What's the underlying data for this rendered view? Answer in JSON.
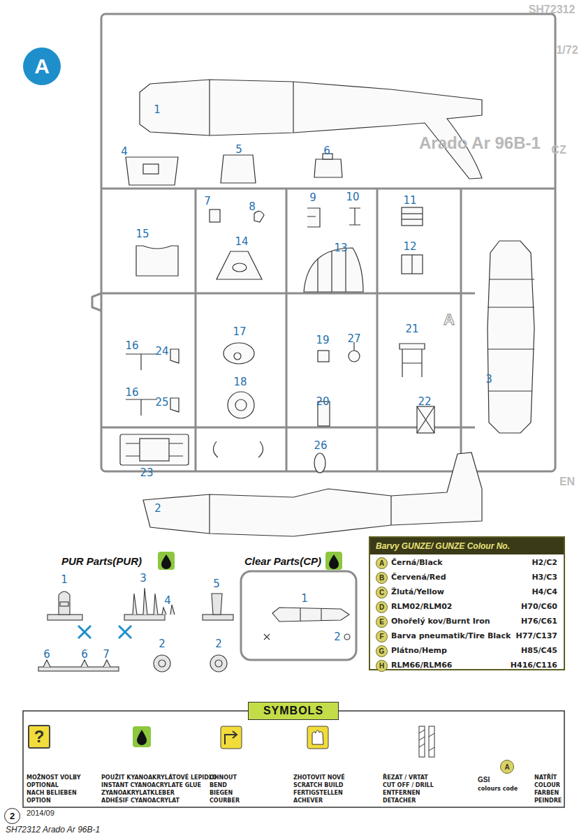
{
  "diagram": {
    "title": "Arado Ar 96B-1",
    "nodes": [
      {
        "text": [
          "A"
        ]
      },
      {
        "text": [
          "Barvy GUNZE/ GUNZE Colour No."
        ]
      },
      {
        "text": [
          "A"
        ],
        "in": 1
      },
      {
        "text": [
          "B"
        ],
        "in": 1
      },
      {
        "text": [
          "C"
        ],
        "in": 1
      },
      {
        "text": [
          "D"
        ],
        "in": 1
      },
      {
        "text": [
          "E"
        ],
        "in": 1
      },
      {
        "text": [
          "F"
        ],
        "in": 1
      },
      {
        "text": [
          "G"
        ],
        "in": 1
      },
      {
        "text": [
          "H"
        ],
        "in": 1
      },
      {
        "text": [
          "SYMBOLS"
        ]
      },
      {
        "text": [
          "?"
        ]
      },
      {
        "text": [
          "A"
        ]
      },
      {
        "text": [
          "2"
        ]
      }
    ],
    "labels": [
      "CZ",
      "EN",
      "1/72",
      "SH72312",
      "1",
      "2",
      "3",
      "4",
      "5",
      "6",
      "7",
      "8",
      "9",
      "10",
      "11",
      "12",
      "13",
      "14",
      "15",
      "16",
      "16",
      "17",
      "18",
      "19",
      "20",
      "21",
      "22",
      "23",
      "24",
      "25",
      "26",
      "27",
      "A",
      "PUR Parts(PUR)",
      "Clear Parts(CP)",
      "1",
      "3",
      "4",
      "5",
      "2",
      "2",
      "6",
      "6",
      "7",
      "1",
      "2",
      "Černá/Black",
      "H2/C2",
      "Červená/Red",
      "H3/C3",
      "Žlutá/Yellow",
      "H4/C4",
      "RLM02/RLM02",
      "H70/C60",
      "Ohořelý kov/Burnt Iron",
      "H76/C61",
      "Barva pneumatik/Tire Black",
      "H77/C137",
      "Plátno/Hemp",
      "H85/C45",
      "RLM66/RLM66",
      "H416/C116",
      "MOŽNOST VOLBY",
      "OPTIONAL",
      "NACH BELIEBEN",
      "OPTION",
      "POUŽIT KYANOAKRYLÁTOVÉ LEPIDLO",
      "INSTANT CYANOACRYLATE GLUE",
      "ZYANOAKRYLATKLEBER",
      "ADHÉSIF CYANOACRYLAT",
      "OHNOUT",
      "BEND",
      "BIEGEN",
      "COURBER",
      "ZHOTOVIT NOVÉ",
      "SCRATCH BUILD",
      "FERTIGSTELLEN",
      "ACHEVER",
      "ŘEZAT / VRTAT",
      "CUT OFF / DRILL",
      "ENTFERNEN",
      "DETACHER",
      "GSI",
      "colours code",
      "NATŘÍT",
      "COLOUR",
      "FARBEN",
      "PEINDRE",
      "2014/09",
      "SH72312  Arado Ar 96B-1"
    ]
  }
}
